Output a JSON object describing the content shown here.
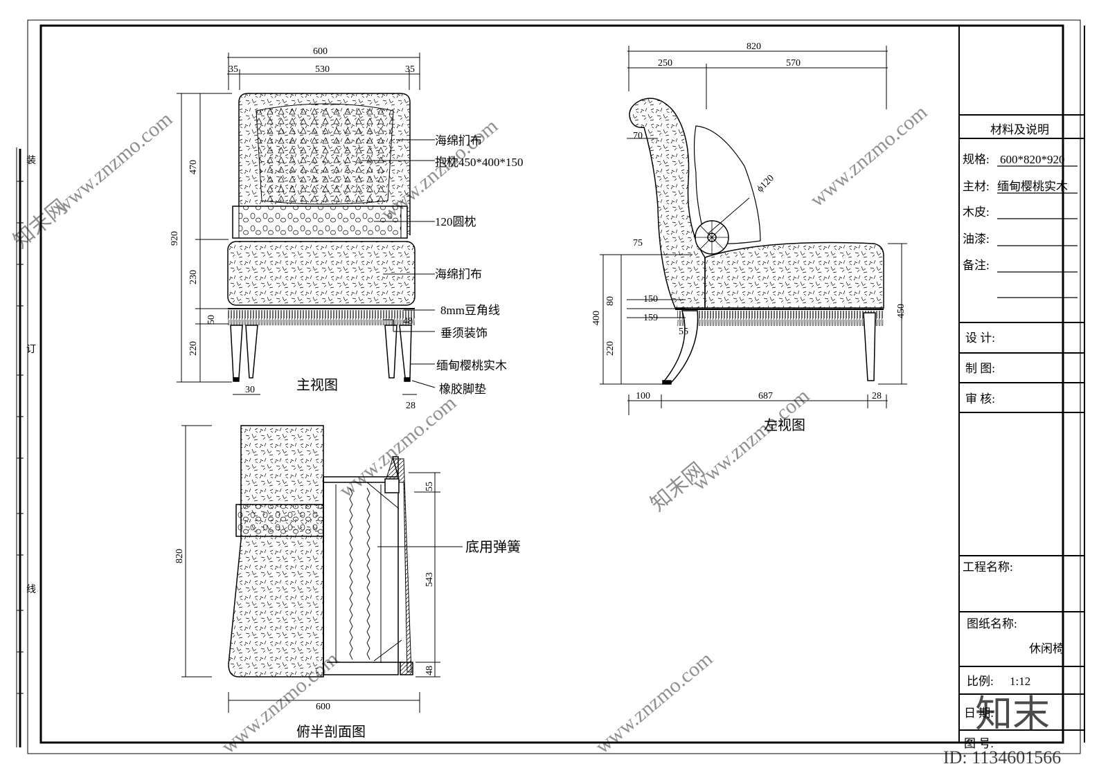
{
  "binding_margin": {
    "zhuang": "装",
    "ding": "订",
    "xian": "线"
  },
  "front_view": {
    "title": "主视图",
    "dims": {
      "overall_width": "600",
      "side_left": "35",
      "inner_width": "530",
      "side_right": "35",
      "overall_height": "920",
      "back_height": "470",
      "seat_height": "230",
      "leg_height": "220",
      "fringe": "50",
      "leg_width": "30",
      "rubber_pad": "28",
      "trim_48": "48"
    },
    "labels": {
      "back_fabric": "海绵扪布",
      "pillow": "抱枕450*400*150",
      "bolster": "120圆枕",
      "seat_fabric": "海绵扪布",
      "bead_line": "8mm豆角线",
      "fringe": "垂须装饰",
      "wood": "缅甸樱桃实木",
      "pad": "橡胶脚垫"
    }
  },
  "side_view": {
    "title": "左视图",
    "dims": {
      "overall_depth": "820",
      "top_250": "250",
      "top_570": "570",
      "d70": "70",
      "d75": "75",
      "d80": "80",
      "d150": "150",
      "d159": "159",
      "d55": "55",
      "h400": "400",
      "h220": "220",
      "h450": "450",
      "b100": "100",
      "b687": "687",
      "b28": "28",
      "bolster_dia": "ϕ120"
    }
  },
  "plan_view": {
    "title": "俯半剖面图",
    "dims": {
      "depth": "820",
      "width": "600",
      "d55": "55",
      "d543": "543",
      "d48": "48"
    },
    "labels": {
      "spring": "底用弹簧"
    }
  },
  "title_block": {
    "materials_header": "材料及说明",
    "spec_label": "规格:",
    "spec_value": "600*820*920",
    "main_material_label": "主材:",
    "main_material_value": "缅甸樱桃实木",
    "veneer_label": "木皮:",
    "paint_label": "油漆:",
    "notes_label": "备注:",
    "design_label": "设  计:",
    "drafting_label": "制  图:",
    "review_label": "审  核:",
    "project_label": "工程名称:",
    "drawing_name_label": "图纸名称:",
    "drawing_name_value": "休闲椅",
    "scale_label": "比例:",
    "scale_value": "1:12",
    "date_label": "日  期:",
    "number_label": "图  号:"
  },
  "watermark": {
    "site": "www.znzmo.com",
    "brand": "知末网",
    "logo": "知末",
    "id_text": "ID: 1134601566"
  }
}
